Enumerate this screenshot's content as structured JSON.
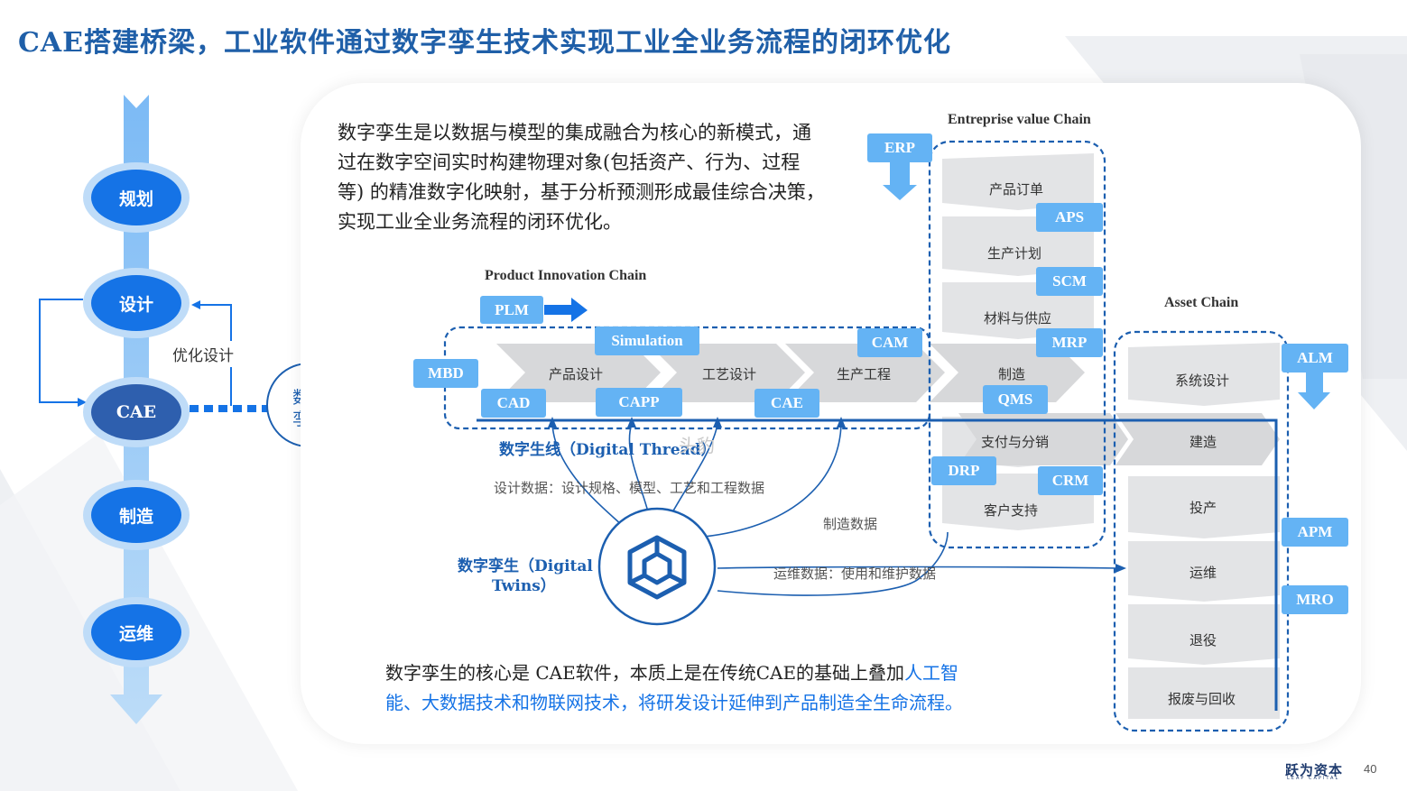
{
  "title": "CAE搭建桥梁，工业软件通过数字孪生技术实现工业全业务流程的闭环优化",
  "lifecycle": {
    "stages": [
      "规划",
      "设计",
      "CAE",
      "制造",
      "运维"
    ],
    "feedback_label": "优化设计",
    "twin_label_line1": "数字",
    "twin_label_line2": "孪生"
  },
  "intro": {
    "lines": [
      "数字孪生是以数据与模型的集成融合为核心的新模式，通",
      "过在数字空间实时构建物理对象(包括资产、行为、过程",
      "等) 的精准数字化映射，基于分析预测形成最佳综合决策，",
      "实现工业全业务流程的闭环优化。"
    ]
  },
  "chains": {
    "product_innovation": "Product Innovation Chain",
    "enterprise_value": "Entreprise value Chain",
    "asset": "Asset Chain"
  },
  "product_steps": [
    "产品设计",
    "工艺设计",
    "生产工程",
    "制造"
  ],
  "enterprise_steps": [
    "产品订单",
    "生产计划",
    "材料与供应",
    "支付与分销",
    "客户支持"
  ],
  "asset_steps": [
    "系统设计",
    "建造",
    "投产",
    "运维",
    "退役",
    "报废与回收"
  ],
  "systems": {
    "erp": "ERP",
    "plm": "PLM",
    "mbd": "MBD",
    "simulation": "Simulation",
    "cad": "CAD",
    "capp": "CAPP",
    "cae": "CAE",
    "cam": "CAM",
    "aps": "APS",
    "scm": "SCM",
    "mrp": "MRP",
    "qms": "QMS",
    "drp": "DRP",
    "crm": "CRM",
    "alm": "ALM",
    "apm": "APM",
    "mro": "MRO"
  },
  "digital_thread": "数字生线（Digital Thread）",
  "watermark": "头豹",
  "flows": {
    "design_data": "设计数据：设计规格、模型、工艺和工程数据",
    "manufacturing_data": "制造数据",
    "ops_data": "运维数据：使用和维护数据"
  },
  "digital_twins_line1": "数字孪生（Digital",
  "digital_twins_line2": "Twins）",
  "conclusion": {
    "part1": "数字孪生的核心是 CAE软件，本质上是在传统CAE的基础上叠加",
    "highlight1": "人工智",
    "highlight2": "能、大数据技术和物联网技术，将研发设计延伸到产品制造全生命流程。"
  },
  "footer": {
    "brand": "跃为资本",
    "brand_sub": "LEAP CAPITAL",
    "page": "40"
  },
  "colors": {
    "accent": "#1573e6",
    "title": "#1f5fa8",
    "box": "#64b3f4",
    "dashed": "#1c5fb0"
  }
}
